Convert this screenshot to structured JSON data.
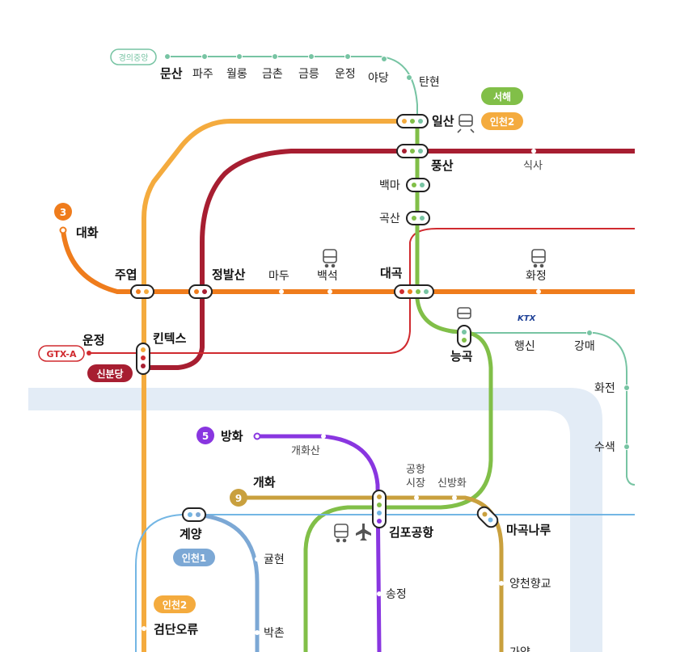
{
  "colors": {
    "river": "#e3ecf6",
    "gyeongui": "#77c4a3",
    "line3": "#ef7c1c",
    "gtx_a": "#d02a2f",
    "sinbundang": "#a71e31",
    "seohae": "#81bf48",
    "incheon2": "#f4ab3e",
    "incheon1": "#7ca8d5",
    "line5": "#8936e0",
    "line9": "#c9a03e",
    "airport": "#73b6e4",
    "gimpo_gold": "#9ca35a"
  },
  "icons": [
    "bus-icon",
    "tram-icon",
    "airplane-icon",
    "ktx-logo"
  ],
  "badges": {
    "gyeongui": "경의중앙",
    "seohae": "서해",
    "incheon2_top": "인천2",
    "line3": "3",
    "gtx_a": "GTX-A",
    "sinbundang": "신분당",
    "line5": "5",
    "line9": "9",
    "incheon1": "인천1",
    "incheon2_bottom": "인천2",
    "ktx": "KTX"
  },
  "stations": {
    "munsan": "문산",
    "paju": "파주",
    "wollong": "월롱",
    "geumchon": "금촌",
    "geumneung": "금릉",
    "unjeong_gy": "운정",
    "yadang": "야당",
    "tanhyeon": "탄현",
    "ilsan": "일산",
    "pungsan": "풍산",
    "siksa": "식사",
    "baengma": "백마",
    "goksan": "곡산",
    "daehwa": "대화",
    "juyeop": "주엽",
    "jeongbalsan": "정발산",
    "madu": "마두",
    "baekseok": "백석",
    "daegok": "대곡",
    "hwajeong": "화정",
    "unjeong_gtx": "운정",
    "kintex": "킨텍스",
    "neunggok": "능곡",
    "haengsin": "행신",
    "gangmae": "강매",
    "hwajeon": "화전",
    "susaek": "수색",
    "banghwa": "방화",
    "gaehwasan": "개화산",
    "gaehwa": "개화",
    "gonghang_sijang_1": "공항",
    "gonghang_sijang_2": "시장",
    "sinbanghwa": "신방화",
    "gimpo_airport": "김포공항",
    "magongnaru": "마곡나루",
    "gyeyang": "계양",
    "gyulhyeon": "귤현",
    "songjeong": "송정",
    "yangcheon_hyanggyo": "양천향교",
    "geomdan_oryu": "검단오류",
    "bakchon": "박촌",
    "gayang": "가양"
  }
}
